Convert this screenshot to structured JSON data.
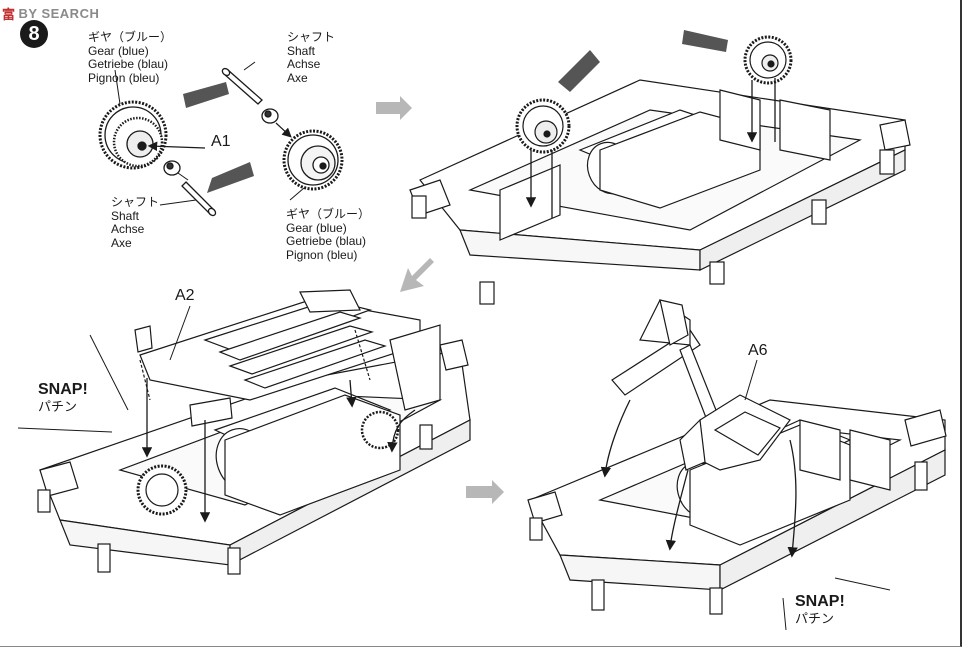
{
  "watermark": {
    "cn": "富",
    "en": "BY SEARCH"
  },
  "step_number": "8",
  "labels": {
    "shaft_top": [
      "シャフト",
      "Shaft",
      "Achse",
      "Axe"
    ],
    "gear_top": [
      "ギヤ（ブルー）",
      "Gear (blue)",
      "Getriebe (blau)",
      "Pignon (bleu)"
    ],
    "shaft_bottom": [
      "シャフト",
      "Shaft",
      "Achse",
      "Axe"
    ],
    "gear_bottom": [
      "ギヤ（ブルー）",
      "Gear (blue)",
      "Getriebe (blau)",
      "Pignon (bleu)"
    ]
  },
  "part_refs": {
    "a1": "A1",
    "a2": "A2",
    "a6": "A6"
  },
  "snap_left": {
    "en": "SNAP!",
    "jp": "パチン"
  },
  "snap_right": {
    "en": "SNAP!",
    "jp": "パチン"
  }
}
